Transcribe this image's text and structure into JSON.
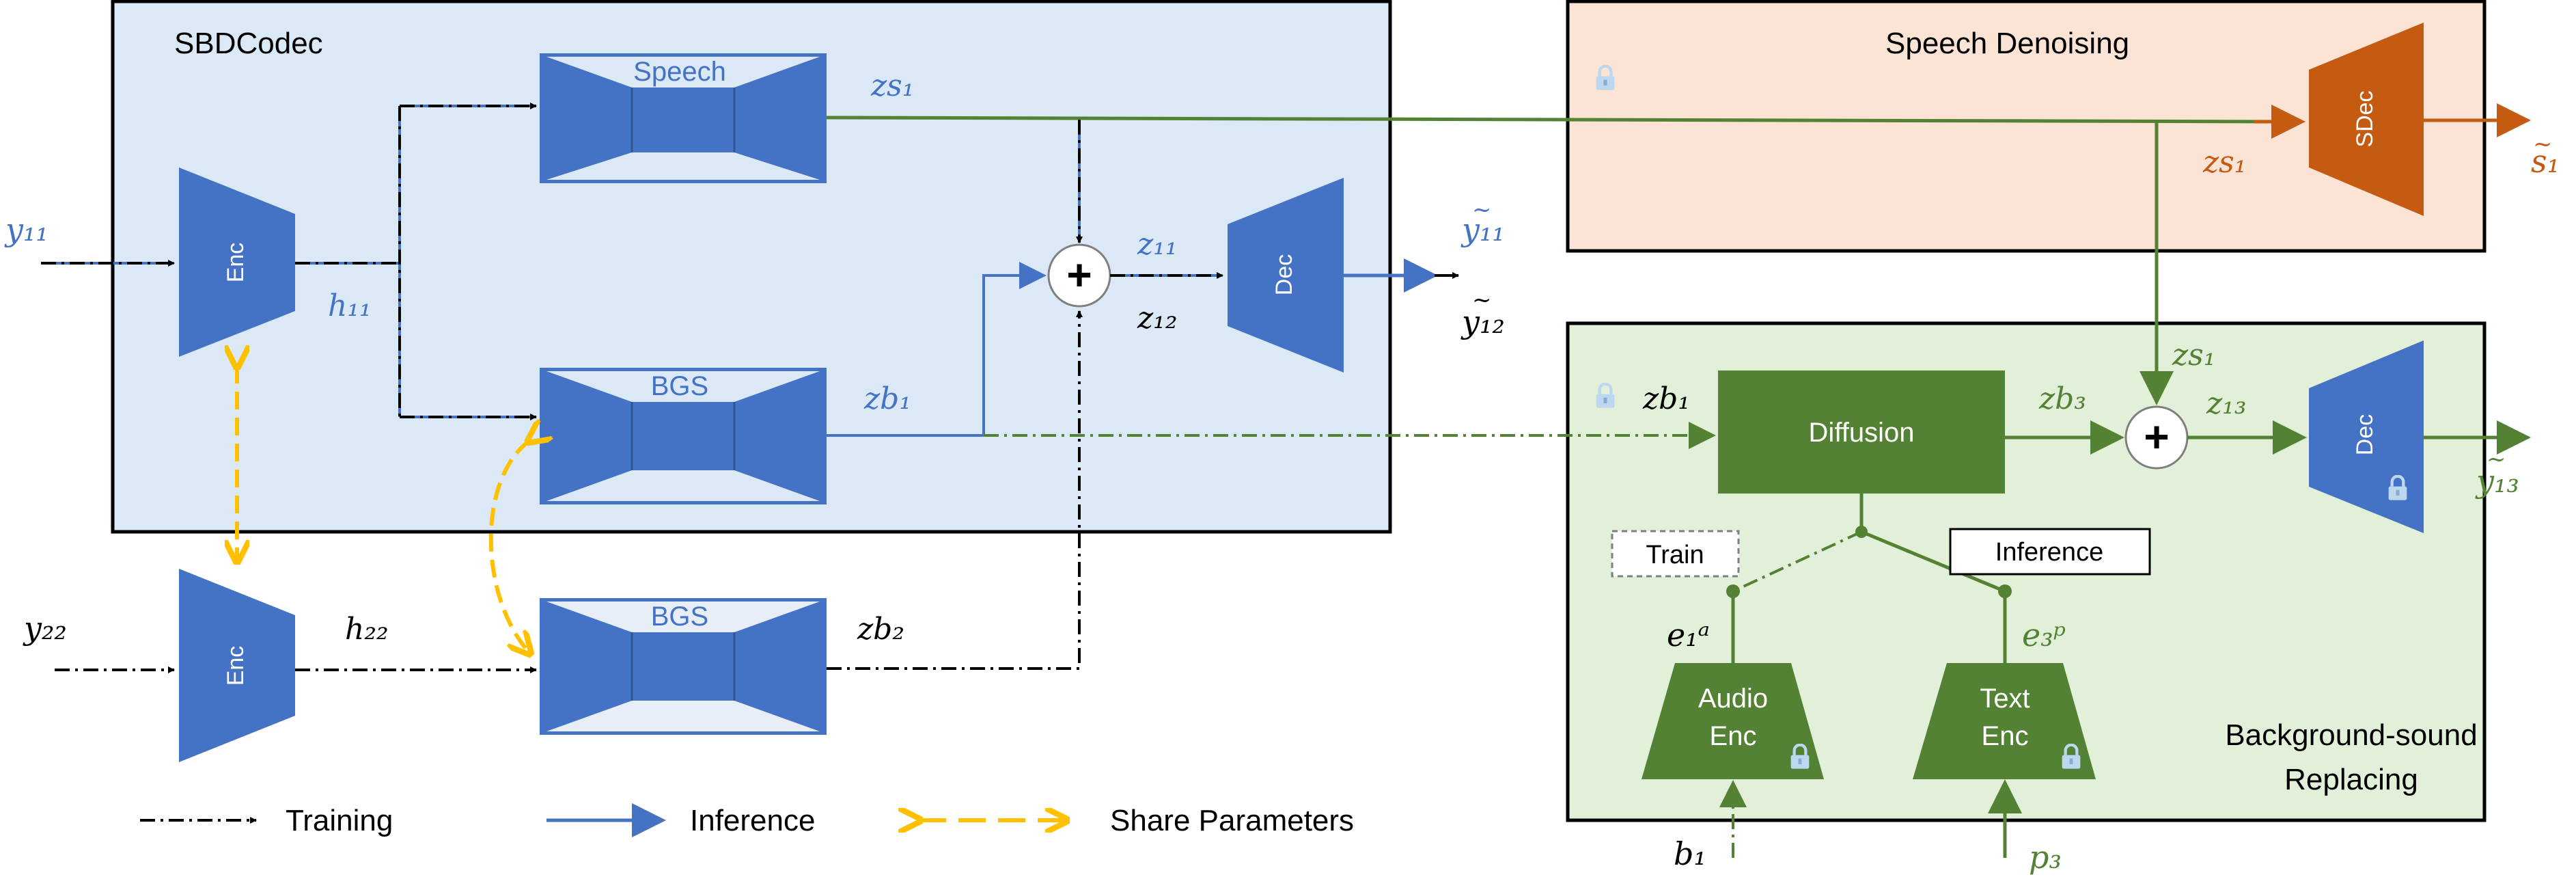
{
  "colors": {
    "encoder": "#4472c4",
    "encoder_dark": "#2f5597",
    "sbd_panel": "#dbe8f5",
    "denoise_panel": "#fbe3d6",
    "denoise_block": "#c55a11",
    "replace_panel": "#e2efd9",
    "green": "#548235",
    "orange_arrow": "#ffc000",
    "black": "#000000",
    "lock": "#bdd7ee"
  },
  "panels": {
    "sbdcodec": "SBDCodec",
    "speech_denoising": "Speech Denoising",
    "bg_replacing_line1": "Background-sound",
    "bg_replacing_line2": "Replacing"
  },
  "blocks": {
    "enc_top": "Enc",
    "enc_bottom": "Enc",
    "speech": "Speech",
    "bgs_top": "BGS",
    "bgs_bottom": "BGS",
    "dec": "Dec",
    "sdec": "SDec",
    "diffusion": "Diffusion",
    "audio_enc_1": "Audio",
    "audio_enc_2": "Enc",
    "text_enc_1": "Text",
    "text_enc_2": "Enc",
    "dec_green": "Dec",
    "train_box": "Train",
    "inference_box": "Inference",
    "plus": "+"
  },
  "symbols": {
    "y11": "y₁₁",
    "y22": "y₂₂",
    "h11": "h₁₁",
    "h22": "h₂₂",
    "zs1": "zs₁",
    "zb1": "zb₁",
    "zb2": "zb₂",
    "z11": "z₁₁",
    "z12": "z₁₂",
    "y11_hat": "y₁₁",
    "y12_hat": "y₁₂",
    "zs1_orange": "zs₁",
    "s1_hat": "s₁",
    "zs1_green": "zs₁",
    "zb1_black": "zb₁",
    "zb3": "zb₃",
    "z13": "z₁₃",
    "y13_hat": "y₁₃",
    "e1a": "e₁ᵃ",
    "e3p": "e₃ᵖ",
    "b1": "b₁",
    "p3": "p₃"
  },
  "legend": {
    "training": "Training",
    "inference": "Inference",
    "share": "Share Parameters"
  }
}
